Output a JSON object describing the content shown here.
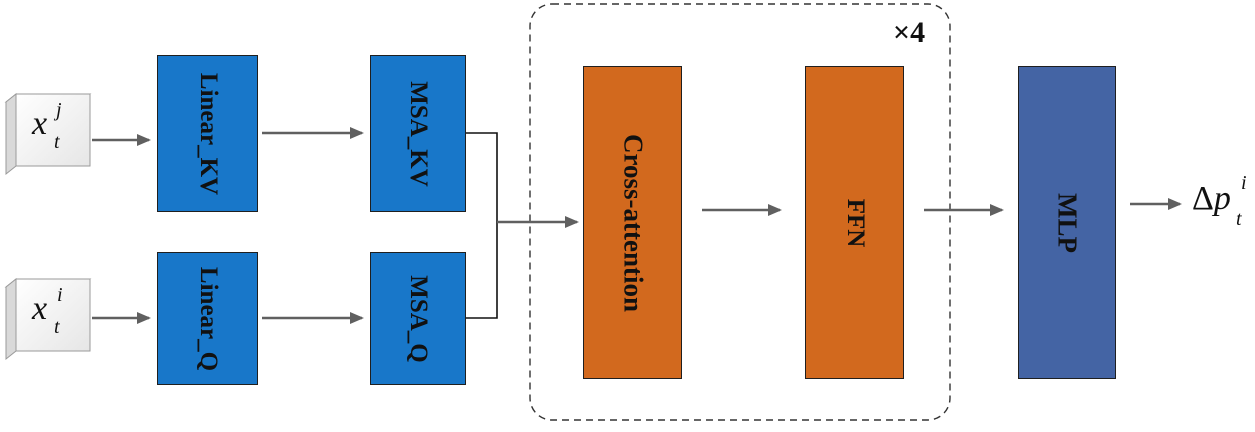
{
  "inputs": [
    {
      "base": "x",
      "sup": "j",
      "sub": "t"
    },
    {
      "base": "x",
      "sup": "i",
      "sub": "t"
    }
  ],
  "blocks": {
    "linear_kv": "Linear_KV",
    "linear_q": "Linear_Q",
    "msa_kv": "MSA_KV",
    "msa_q": "MSA_Q",
    "cross_attention": "Cross-attention",
    "ffn": "FFN",
    "mlp": "MLP"
  },
  "repeat_label": "×4",
  "output": {
    "prefix": "Δ",
    "base": "p",
    "sup": "i",
    "sub": "t"
  },
  "colors": {
    "linear_msa": "#1877c9",
    "transformer": "#d2691e",
    "mlp": "#4464a4",
    "arrow": "#606060",
    "connector": "#111111"
  }
}
